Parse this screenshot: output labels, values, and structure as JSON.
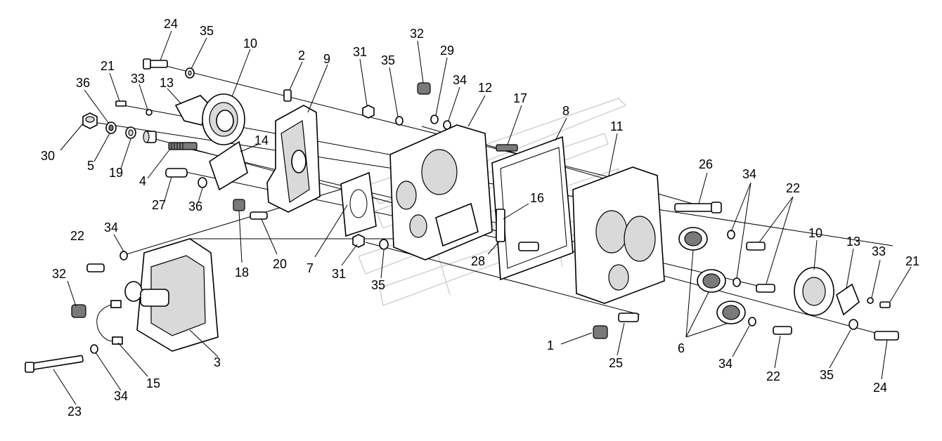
{
  "labels": [
    {
      "id": "l24a",
      "text": "24"
    },
    {
      "id": "l35a",
      "text": "35"
    },
    {
      "id": "l10a",
      "text": "10"
    },
    {
      "id": "l21a",
      "text": "21"
    },
    {
      "id": "l36a",
      "text": "36"
    },
    {
      "id": "l33a",
      "text": "33"
    },
    {
      "id": "l13a",
      "text": "13"
    },
    {
      "id": "l2",
      "text": "2"
    },
    {
      "id": "l9",
      "text": "9"
    },
    {
      "id": "l31a",
      "text": "31"
    },
    {
      "id": "l35b",
      "text": "35"
    },
    {
      "id": "l32a",
      "text": "32"
    },
    {
      "id": "l29",
      "text": "29"
    },
    {
      "id": "l34a",
      "text": "34"
    },
    {
      "id": "l12",
      "text": "12"
    },
    {
      "id": "l17",
      "text": "17"
    },
    {
      "id": "l8",
      "text": "8"
    },
    {
      "id": "l11",
      "text": "11"
    },
    {
      "id": "l30",
      "text": "30"
    },
    {
      "id": "l5",
      "text": "5"
    },
    {
      "id": "l19",
      "text": "19"
    },
    {
      "id": "l4",
      "text": "4"
    },
    {
      "id": "l14",
      "text": "14"
    },
    {
      "id": "l27",
      "text": "27"
    },
    {
      "id": "l36b",
      "text": "36"
    },
    {
      "id": "l26",
      "text": "26"
    },
    {
      "id": "l34b",
      "text": "34"
    },
    {
      "id": "l22a",
      "text": "22"
    },
    {
      "id": "l16",
      "text": "16"
    },
    {
      "id": "l22b",
      "text": "22"
    },
    {
      "id": "l34c",
      "text": "34"
    },
    {
      "id": "l18",
      "text": "18"
    },
    {
      "id": "l20",
      "text": "20"
    },
    {
      "id": "l7",
      "text": "7"
    },
    {
      "id": "l31b",
      "text": "31"
    },
    {
      "id": "l28",
      "text": "28"
    },
    {
      "id": "l10b",
      "text": "10"
    },
    {
      "id": "l13b",
      "text": "13"
    },
    {
      "id": "l33b",
      "text": "33"
    },
    {
      "id": "l21b",
      "text": "21"
    },
    {
      "id": "l32b",
      "text": "32"
    },
    {
      "id": "l35c",
      "text": "35"
    },
    {
      "id": "l1",
      "text": "1"
    },
    {
      "id": "l25",
      "text": "25"
    },
    {
      "id": "l6",
      "text": "6"
    },
    {
      "id": "l34d",
      "text": "34"
    },
    {
      "id": "l22c",
      "text": "22"
    },
    {
      "id": "l35d",
      "text": "35"
    },
    {
      "id": "l3",
      "text": "3"
    },
    {
      "id": "l15",
      "text": "15"
    },
    {
      "id": "l34e",
      "text": "34"
    },
    {
      "id": "l23",
      "text": "23"
    },
    {
      "id": "l24b",
      "text": "24"
    }
  ]
}
